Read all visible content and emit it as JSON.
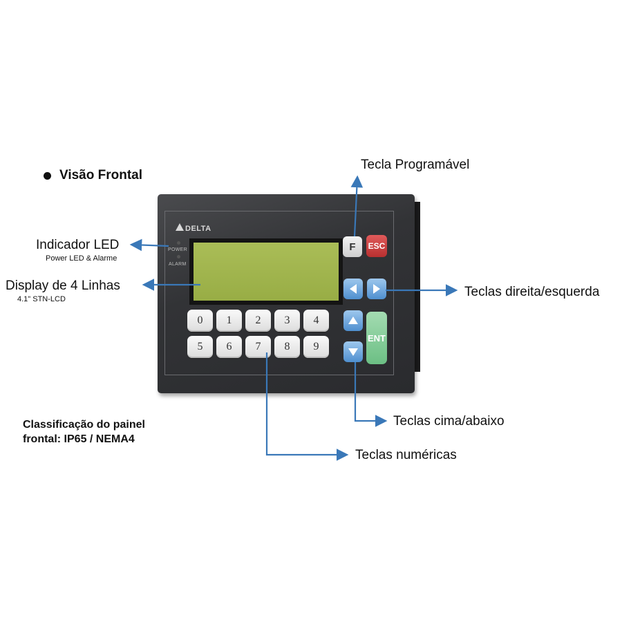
{
  "heading": "Visão Frontal",
  "callouts": {
    "programmable_key": "Tecla Programável",
    "led_indicator": "Indicador LED",
    "led_sub": "Power LED & Alarme",
    "display": "Display de 4 Linhas",
    "display_sub": "4.1\" STN-LCD",
    "left_right_keys": "Teclas direita/esquerda",
    "up_down_keys": "Teclas cima/abaixo",
    "numeric_keys": "Teclas numéricas"
  },
  "rating": {
    "line1": "Classificação do painel",
    "line2": "frontal: IP65 / NEMA4"
  },
  "device": {
    "brand": "DELTA",
    "led_labels": [
      "POWER",
      "ALARM"
    ],
    "numeric_keys": [
      "0",
      "1",
      "2",
      "3",
      "4",
      "5",
      "6",
      "7",
      "8",
      "9"
    ],
    "key_f": "F",
    "key_esc": "ESC",
    "key_ent": "ENT"
  },
  "colors": {
    "arrow": "#3a78b8",
    "lcd": "#a3b64f",
    "esc_key": "#c63c3c",
    "ent_key": "#86cc98",
    "arrow_keys": "#6aa5de"
  }
}
